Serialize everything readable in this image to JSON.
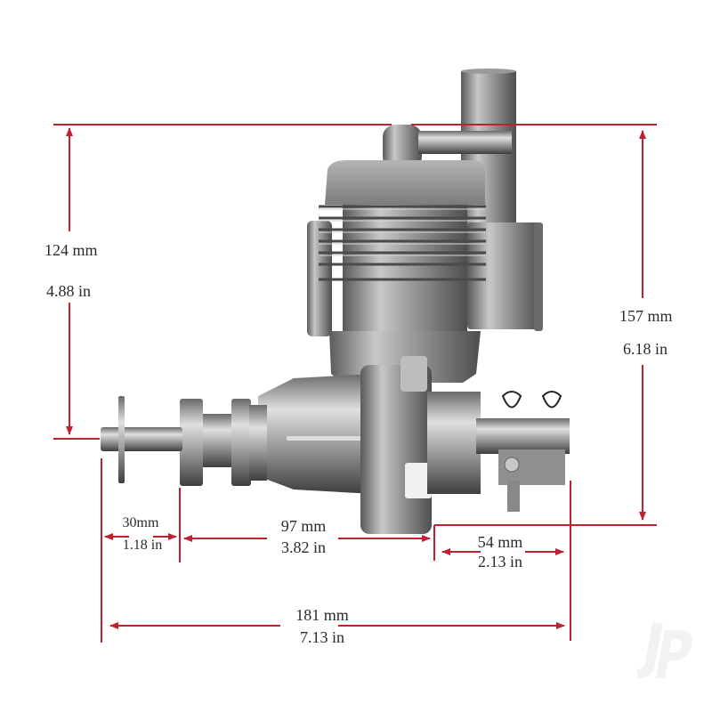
{
  "diagram": {
    "subject": "Engine side-view dimension drawing",
    "line_color": "#c0202f",
    "engine_body_color": "#8e8e8e"
  },
  "dimensions": {
    "height_cyl": {
      "mm": "124 mm",
      "in": "4.88 in"
    },
    "height_total": {
      "mm": "157 mm",
      "in": "6.18 in"
    },
    "prop_shaft": {
      "mm": "30mm",
      "in": "1.18 in"
    },
    "body_length": {
      "mm": "97 mm",
      "in": "3.82 in"
    },
    "rear_length": {
      "mm": "54 mm",
      "in": "2.13 in"
    },
    "total_length": {
      "mm": "181 mm",
      "in": "7.13 in"
    }
  },
  "watermark": {
    "text": "JP"
  }
}
